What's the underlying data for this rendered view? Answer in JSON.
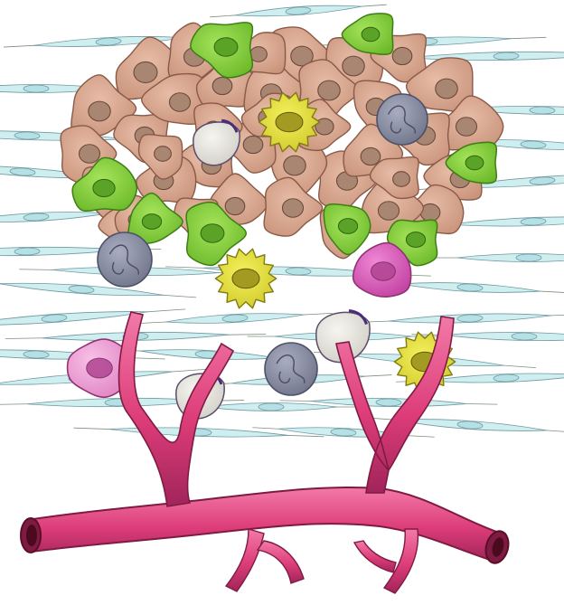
{
  "illustration": {
    "subject": "tumor-microenvironment",
    "palette": {
      "background": "#ffffff",
      "fibroblast_fill": "#cfeef0",
      "fibroblast_nucleus": "#b5e0e6",
      "fiber_stroke": "#7d8f7c",
      "tumor_cell_fill": "#d8a890",
      "tumor_cell_edge": "#8a5a48",
      "tumor_nucleus": "#a98672",
      "green_cell_fill": "#8bd33e",
      "green_cell_edge": "#3d7d16",
      "green_nucleus": "#5aa327",
      "yellow_cell_fill": "#e6e23a",
      "yellow_cell_edge": "#7f7c10",
      "yellow_nucleus": "#a39a22",
      "gray_cell_fill": "#8e93a8",
      "gray_cell_edge": "#4d5068",
      "white_cell_fill": "#e7e6df",
      "white_cell_edge": "#5b4c6c",
      "pink_cell_fill": "#ec9fd4",
      "pink_cell_edge": "#913271",
      "magenta_cell_fill": "#d45ab8",
      "vessel_fill": "#e0457f",
      "vessel_edge": "#7f1b43",
      "vessel_lumen": "#5a0f27"
    },
    "components": [
      "fibroblast-layer",
      "tumor-cell-cluster",
      "immune-cells",
      "blood-vessel"
    ]
  }
}
